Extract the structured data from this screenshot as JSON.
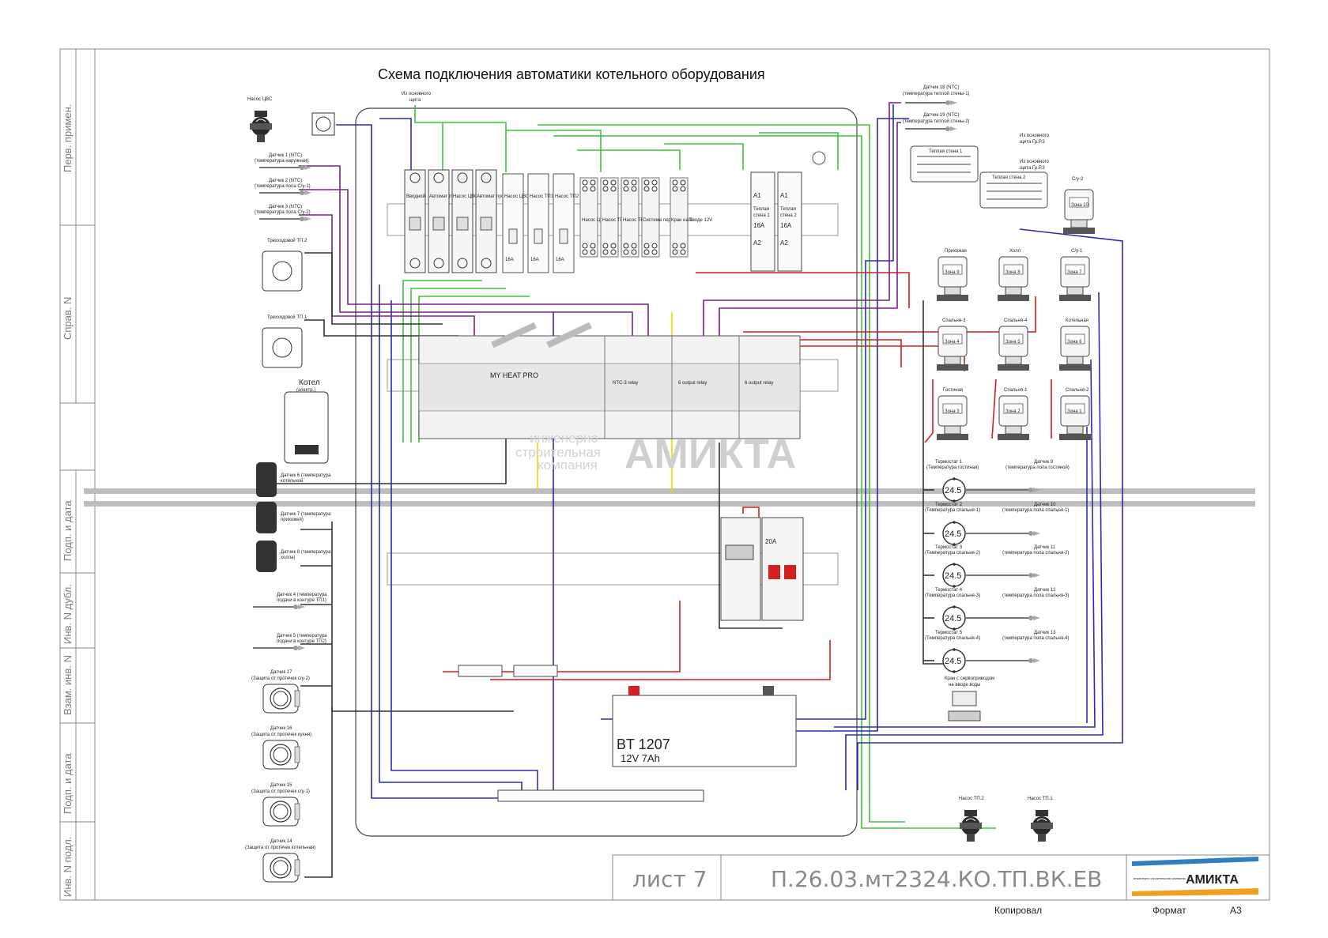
{
  "title": "Схема подключения автоматики котельного оборудования",
  "side_labels": [
    "Перв. примен.",
    "Справ. N",
    "Подп. и дата",
    "Инв. N дубл.",
    "Взам. инв. N",
    "Подп. и дата",
    "Инв. N подл."
  ],
  "stamp": {
    "sheet_label": "лист 7",
    "doc_code": "П.26.03.мт2324.КО.ТП.ВК.ЕВ",
    "logo_small": "инженерно строительная компания",
    "logo_name": "АМИКТА",
    "copied": "Копировал",
    "format_label": "Формат",
    "format_value": "А3"
  },
  "watermark": {
    "line1": "инженерно",
    "line2": "строительная",
    "line3": "компания",
    "name": "АМИКТА"
  },
  "left": {
    "pump_dhw": "Насос ЦВС",
    "sensor1": [
      "Датчик 1 (NTC)",
      "(температура наружная)"
    ],
    "sensor2": [
      "Датчик 2 (NTC)",
      "(температура пола С/у-1)"
    ],
    "sensor3": [
      "Датчик 3 (NTC)",
      "(температура пола С/у-2)"
    ],
    "valve2": "Трехходовой ТП.2",
    "valve1": "Трехходовой ТП.1",
    "boiler": [
      "Котел",
      "(электр.)"
    ],
    "sensor6": [
      "Датчик 6 (температура",
      "котельной"
    ],
    "sensor7": [
      "Датчик 7 (температура",
      "прихожей)"
    ],
    "sensor8": [
      "Датчик 8 (температура",
      "холла)"
    ],
    "sensor4": [
      "Датчик 4 (температура",
      "подачи в контуре ТП1)"
    ],
    "sensor5": [
      "Датчик 5 (температура",
      "подачи в контуре ТП2)"
    ],
    "leak17": [
      "Датчик 17",
      "(Защита от протечек с/у-2)"
    ],
    "leak16": [
      "Датчик 16",
      "(Защита от протечек кухня)"
    ],
    "leak15": [
      "Датчик 15",
      "(Защита от протечек с/у-1)"
    ],
    "leak14": [
      "Датчик 14",
      "(Защита от протечек котельная)"
    ]
  },
  "cabinet": {
    "from_main": [
      "Из основного",
      "щита"
    ],
    "breakers": [
      "Вводной",
      "Автомат пуск",
      "Насос ЦВС",
      "Автомат пуска ТП"
    ],
    "rcd": [
      "Насос ЦВС",
      "Насос ТП1",
      "Насос ТП2"
    ],
    "rcd_rating": "16A",
    "relays": [
      "Насос ЦВС",
      "Насос ТП1",
      "Насос ТП2",
      "Система перезап ИБП",
      "Кран на вводе 12V"
    ],
    "contactors": [
      [
        "Теплая",
        "стена 1",
        "16A"
      ],
      [
        "Теплая",
        "стена 2",
        "16A"
      ]
    ],
    "contactor_a1": "A1",
    "contactor_a2": "A2",
    "controller": "MY HEAT PRO",
    "module_ntc": "NTC-3 relay",
    "module_out1": "6 output relay",
    "module_out2": "6 output relay",
    "psu_rating": "20A",
    "battery_model": "BT 1207",
    "battery_spec": "12V 7Ah"
  },
  "right": {
    "sensor18": [
      "Датчик 18 (NTC)",
      "(температура теплой стены-1)"
    ],
    "sensor19": [
      "Датчик 19 (NTC)",
      "(температура теплой стены-2)"
    ],
    "wall1_from": [
      "Из основного",
      "щита Гр.Р.3"
    ],
    "wall2_from": [
      "Из основного",
      "щита Гр.Р.3"
    ],
    "wall1": "Теплая стена 1",
    "wall2": "Теплая стена 2",
    "cu2": "С/у-2",
    "zone10": "Зона 10",
    "zones": [
      {
        "room": "Прихожая",
        "zone": "Зона 9"
      },
      {
        "room": "Холл",
        "zone": "Зона 8"
      },
      {
        "room": "С/у-1",
        "zone": "Зона 7"
      },
      {
        "room": "Спальня-3",
        "zone": "Зона 4"
      },
      {
        "room": "Спальня-4",
        "zone": "Зона 5"
      },
      {
        "room": "Котельная",
        "zone": "Зона 6"
      },
      {
        "room": "Гостиная",
        "zone": "Зона 3"
      },
      {
        "room": "Спальня-1",
        "zone": "Зона 2"
      },
      {
        "room": "Спальня-2",
        "zone": "Зона 1"
      }
    ],
    "thermostats": [
      {
        "name": [
          "Термостат 1",
          "(Температура гостиная)"
        ],
        "sensor": [
          "Датчик 9",
          "(температура пола гостиной)"
        ],
        "value": "24.5"
      },
      {
        "name": [
          "Термостат 2",
          "(Температура спальня-1)"
        ],
        "sensor": [
          "Датчик 10",
          "(температура пола спальня-1)"
        ],
        "value": "24.5"
      },
      {
        "name": [
          "Термостат 3",
          "(Температура спальня-2)"
        ],
        "sensor": [
          "Датчик 11",
          "(температура пола спальня-2)"
        ],
        "value": "24.5"
      },
      {
        "name": [
          "Термостат 4",
          "(Температура спальня-3)"
        ],
        "sensor": [
          "Датчик 12",
          "(температура пола спальня-3)"
        ],
        "value": "24.5"
      },
      {
        "name": [
          "Термостат 5",
          "(Температура спальня-4)"
        ],
        "sensor": [
          "Датчик 13",
          "(температура пола спальня-4)"
        ],
        "value": "24.5"
      }
    ],
    "valve_inlet": [
      "Кран с сервоприводом",
      "на вводе воды"
    ],
    "pump_tp2": "Насос ТП.2",
    "pump_tp1": "Насос ТП.1"
  },
  "colors": {
    "green": "#3ec43e",
    "blue": "#2b2bb8",
    "red": "#d42020",
    "purple": "#7a1f8a",
    "black": "#333333",
    "yellow": "#e6d800",
    "gray": "#9a9a9a"
  }
}
